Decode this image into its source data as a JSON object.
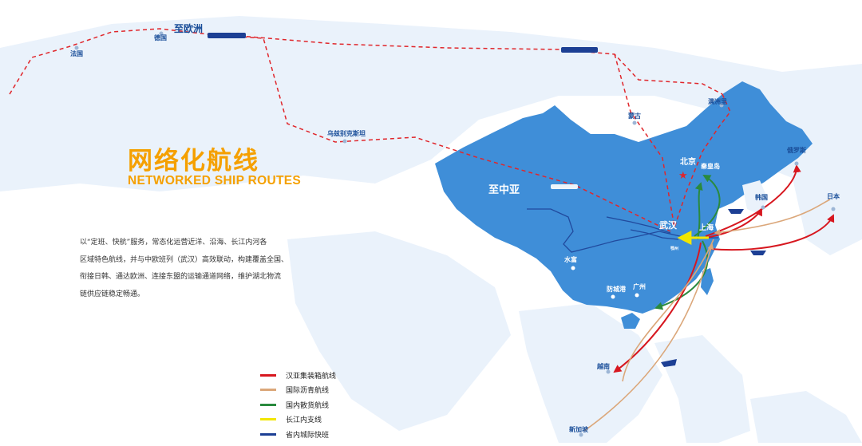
{
  "title_cn": "网络化航线",
  "title_en": "NETWORKED SHIP ROUTES",
  "description_lines": [
    "以“定班、快航”服务，常态化运营近洋、沿海、长江内河各",
    "区域特色航线，并与中欧班列（武汉）高效联动，构建覆盖全国、",
    "衔接日韩、通达欧洲、连接东盟的运输通道网络，维护湖北物流",
    "链供应链稳定畅通。"
  ],
  "map_labels": {
    "to_europe": "至欧洲",
    "to_central_asia": "至中亚",
    "france": "法国",
    "germany": "德国",
    "uzbekistan": "乌兹别克斯坦",
    "mongolia": "蒙古",
    "manzhouli": "满洲里",
    "beijing": "北京",
    "qinhuangdao": "秦皇岛",
    "russia": "俄罗斯",
    "korea": "韩国",
    "japan": "日本",
    "wuhan": "武汉",
    "shanghai": "上海",
    "shuifu": "水富",
    "fangchenggang": "防城港",
    "guangzhou": "广州",
    "vietnam": "越南",
    "singapore": "新加坡",
    "ezhou": "鄂州"
  },
  "legend": [
    {
      "label": "汉亚集装箱航线",
      "color": "#d7171f"
    },
    {
      "label": "国际沥青航线",
      "color": "#dba77a"
    },
    {
      "label": "国内散货航线",
      "color": "#2a8a3e"
    },
    {
      "label": "长江内支线",
      "color": "#f2e600"
    },
    {
      "label": "省内城际快班",
      "color": "#1c3f94"
    }
  ],
  "colors": {
    "accent": "#f5a000",
    "china_fill": "#3f8ed8",
    "land_faint": "#e9f2fb",
    "rail_dash": "#e0262b",
    "label_blue": "#1b4f9a"
  }
}
